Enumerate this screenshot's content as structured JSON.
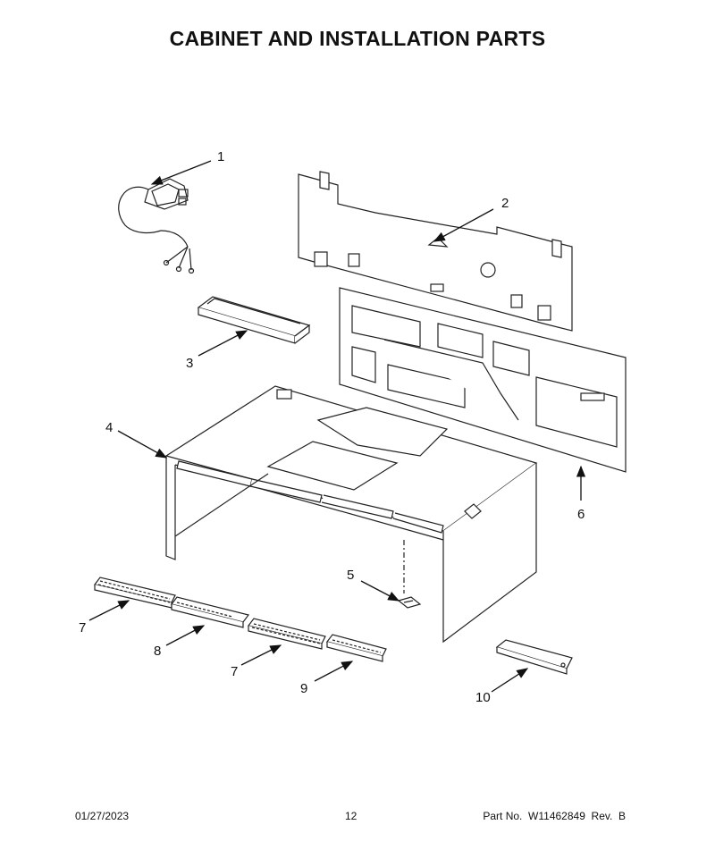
{
  "title": "CABINET AND INSTALLATION PARTS",
  "callouts": [
    "1",
    "2",
    "3",
    "4",
    "5",
    "6",
    "7",
    "8",
    "7",
    "9",
    "10"
  ],
  "footer": {
    "date": "01/27/2023",
    "page": "12",
    "part_no": "Part No.  W11462849  Rev.  B"
  }
}
